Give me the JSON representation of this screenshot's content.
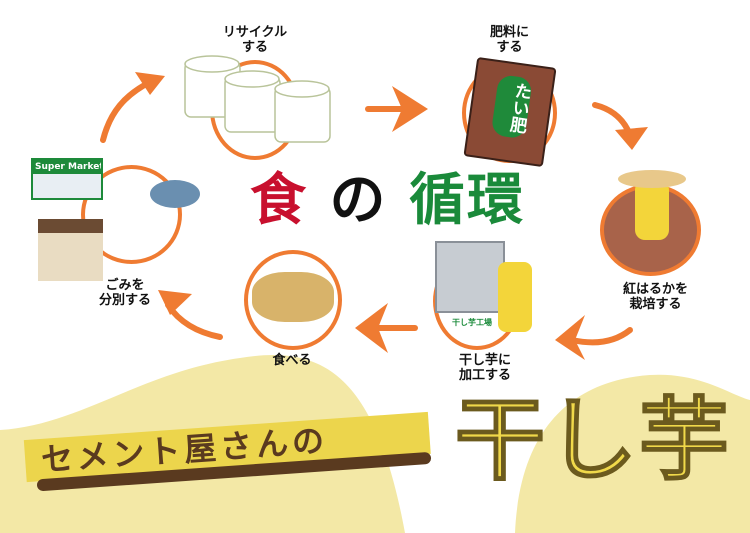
{
  "title": {
    "part1": "食",
    "part2": "の",
    "part3": "循環"
  },
  "steps": {
    "recycle": "リサイクル\nする",
    "fertilizer": "肥料に\nする",
    "cultivate": "紅はるかを\n栽培する",
    "process": "干し芋に\n加工する",
    "eat": "食べる",
    "sort": "ごみを\n分別する"
  },
  "illustrations": {
    "supermarket_sign": "Super Market",
    "bag_label": "たい肥",
    "factory_sign": "干し芋工場"
  },
  "banner": "セメント屋さんの",
  "product": "干し芋",
  "colors": {
    "arrow": "#ef7b32",
    "title_red": "#c8102e",
    "title_green": "#1a8a3a",
    "bg_yellow": "#f3e8a6",
    "banner_brown": "#5a3a1f"
  }
}
